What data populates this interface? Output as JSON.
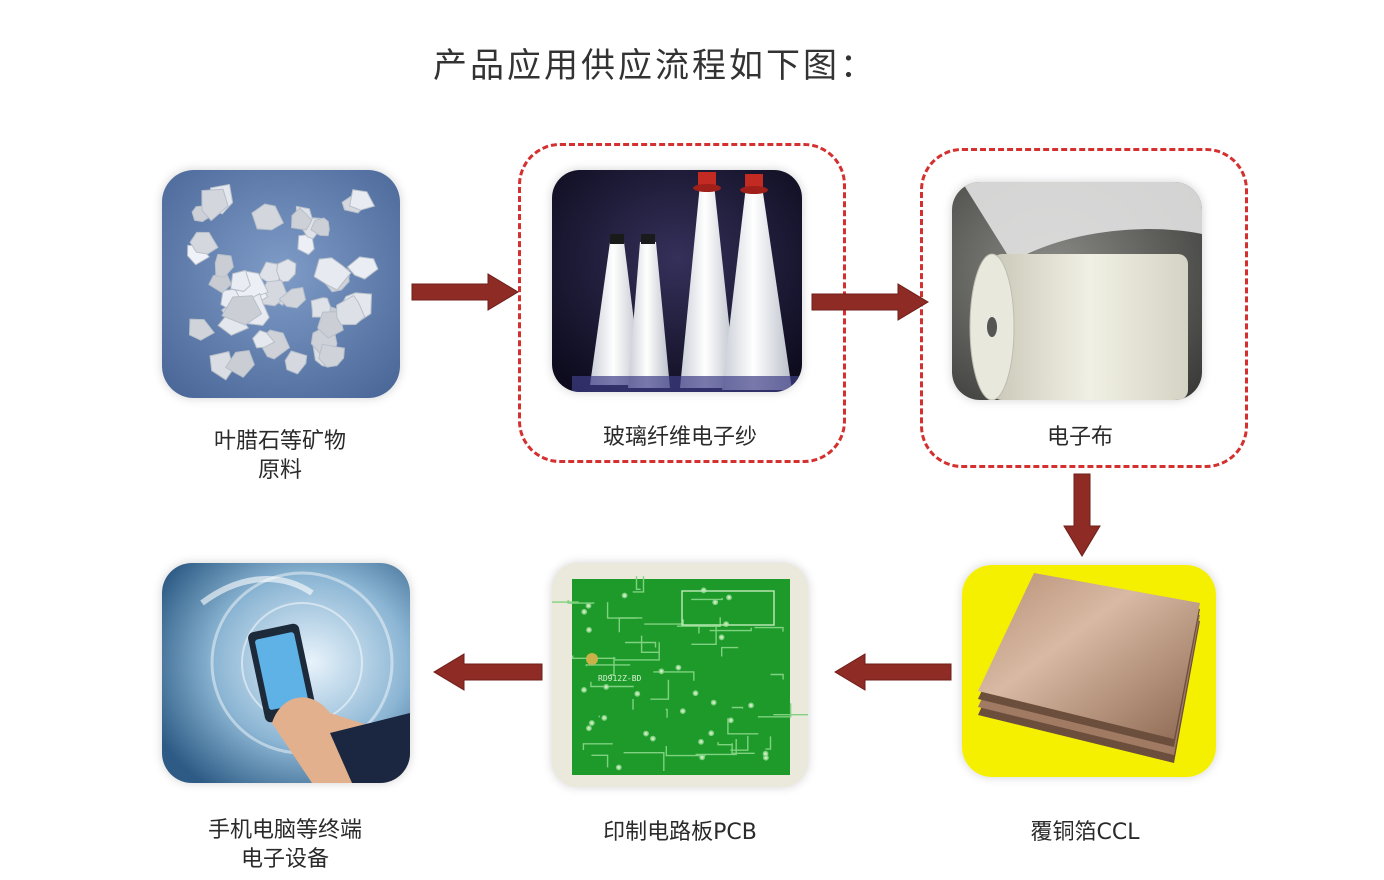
{
  "title": "产品应用供应流程如下图：",
  "steps": [
    {
      "label": "叶腊石等矿物",
      "label2": "原料"
    },
    {
      "label": "玻璃纤维电子纱",
      "label2": ""
    },
    {
      "label": "电子布",
      "label2": ""
    },
    {
      "label": "覆铜箔CCL",
      "label2": ""
    },
    {
      "label": "印制电路板PCB",
      "label2": ""
    },
    {
      "label": "手机电脑等终端",
      "label2": "电子设备"
    }
  ],
  "pcb_text": "RD912Z-BD",
  "colors": {
    "arrow": "#8e2b25",
    "dashed_border": "#d43030",
    "ccl_background": "#f5f000",
    "pcb_green": "#1e9a2a",
    "mineral_background": "#5a79a8"
  }
}
